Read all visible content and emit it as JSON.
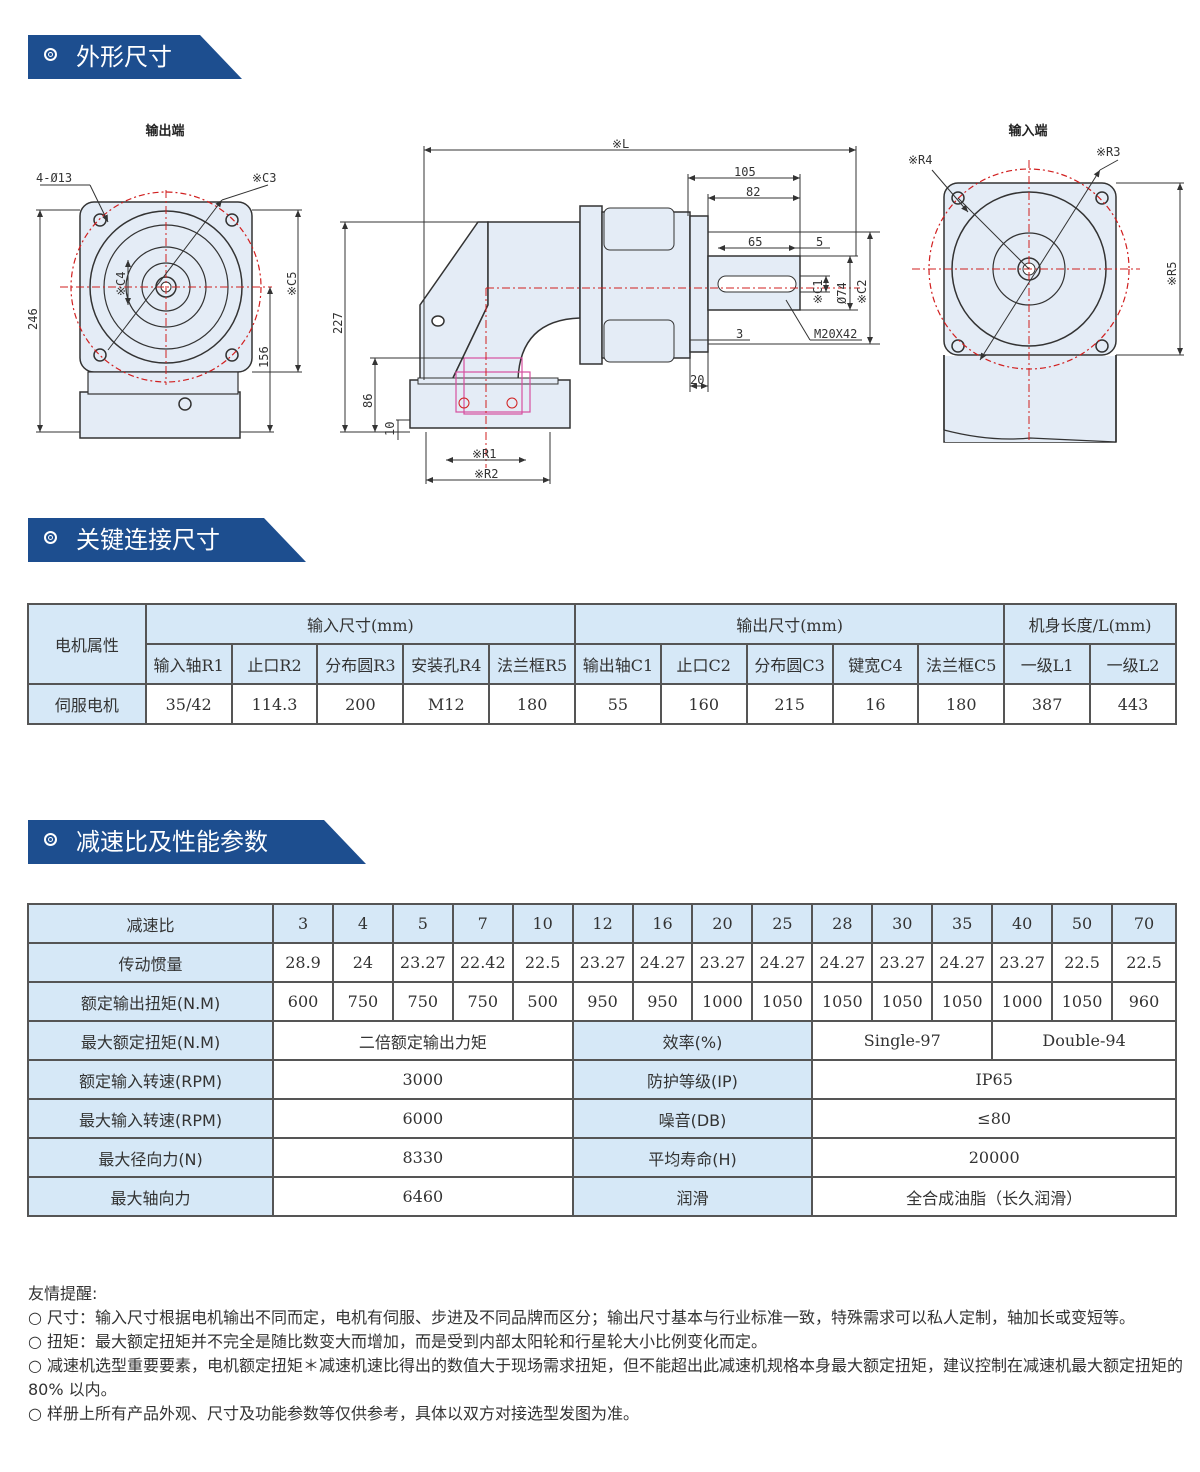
{
  "sections": {
    "dimensions": "外形尺寸",
    "key_connection": "关键连接尺寸",
    "ratio_performance": "减速比及性能参数"
  },
  "drawing": {
    "output_end": "输出端",
    "input_end": "输入端",
    "labels": {
      "holes": "4-Ø13",
      "c3": "※C3",
      "c4": "※C4",
      "c5": "※C5",
      "d246": "246",
      "d156": "156",
      "l": "※L",
      "d105": "105",
      "d82": "82",
      "d65": "65",
      "d5": "5",
      "c1": "※C1",
      "d74": "Ø74",
      "c2": "※C2",
      "d3": "3",
      "thread": "M20X42",
      "d20": "20",
      "d227": "227",
      "d86": "86",
      "d10": "10",
      "r1": "※R1",
      "r2": "※R2",
      "r4": "※R4",
      "r3": "※R3",
      "r5": "※R5"
    }
  },
  "connection_table": {
    "motor_attr": "电机属性",
    "group_input": "输入尺寸(mm)",
    "group_output": "输出尺寸(mm)",
    "group_length": "机身长度/L(mm)",
    "columns": [
      "输入轴R1",
      "止口R2",
      "分布圆R3",
      "安装孔R4",
      "法兰框R5",
      "输出轴C1",
      "止口C2",
      "分布圆C3",
      "键宽C4",
      "法兰框C5",
      "一级L1",
      "一级L2"
    ],
    "row_label": "伺服电机",
    "row_values": [
      "35/42",
      "114.3",
      "200",
      "M12",
      "180",
      "55",
      "160",
      "215",
      "16",
      "180",
      "387",
      "443"
    ]
  },
  "performance_table": {
    "ratio_label": "减速比",
    "ratios": [
      "3",
      "4",
      "5",
      "7",
      "10",
      "12",
      "16",
      "20",
      "25",
      "28",
      "30",
      "35",
      "40",
      "50",
      "70"
    ],
    "inertia_label": "传动惯量",
    "inertia": [
      "28.9",
      "24",
      "23.27",
      "22.42",
      "22.5",
      "23.27",
      "24.27",
      "23.27",
      "24.27",
      "24.27",
      "23.27",
      "24.27",
      "23.27",
      "22.5",
      "22.5"
    ],
    "torque_label": "额定输出扭矩(N.M)",
    "torque": [
      "600",
      "750",
      "750",
      "750",
      "500",
      "950",
      "950",
      "1000",
      "1050",
      "1050",
      "1050",
      "1050",
      "1000",
      "1050",
      "960"
    ],
    "rows": [
      {
        "left_label": "最大额定扭矩(N.M)",
        "left_value": "二倍额定输出力矩",
        "right_label": "效率(%)",
        "right_value": "Single-97",
        "right_value2": "Double-94"
      },
      {
        "left_label": "额定输入转速(RPM)",
        "left_value": "3000",
        "right_label": "防护等级(IP)",
        "right_value": "IP65"
      },
      {
        "left_label": "最大输入转速(RPM)",
        "left_value": "6000",
        "right_label": "噪音(DB)",
        "right_value": "≤80"
      },
      {
        "left_label": "最大径向力(N)",
        "left_value": "8330",
        "right_label": "平均寿命(H)",
        "right_value": "20000"
      },
      {
        "left_label": "最大轴向力",
        "left_value": "6460",
        "right_label": "润滑",
        "right_value": "全合成油脂（长久润滑）"
      }
    ]
  },
  "notes": {
    "title": "友情提醒:",
    "items": [
      "○ 尺寸：输入尺寸根据电机输出不同而定，电机有伺服、步进及不同品牌而区分；输出尺寸基本与行业标准一致，特殊需求可以私人定制，轴加长或变短等。",
      "○ 扭矩：最大额定扭矩并不完全是随比数变大而增加，而是受到内部太阳轮和行星轮大小比例变化而定。",
      "○ 减速机选型重要要素，电机额定扭矩＊减速机速比得出的数值大于现场需求扭矩，但不能超出此减速机规格本身最大额定扭矩，建议控制在减速机最大额定扭矩的 80% 以内。",
      "○ 样册上所有产品外观、尺寸及功能参数等仅供参考，具体以双方对接选型发图为准。"
    ]
  },
  "colors": {
    "banner": "#1d4e8f",
    "header_fill": "#d6e8f7",
    "body_fill": "#e4ecf6",
    "centerline": "#d11f1f"
  }
}
